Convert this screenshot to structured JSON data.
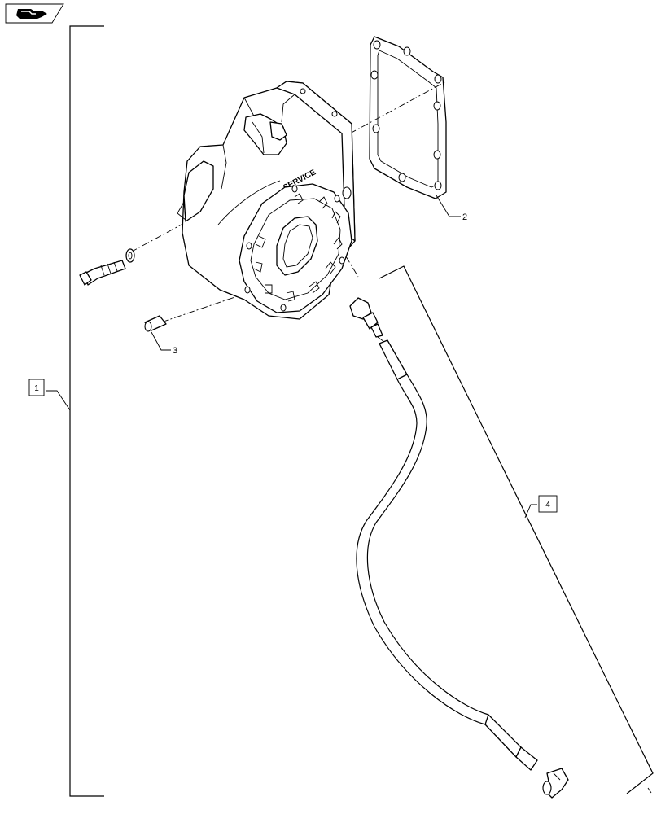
{
  "page": {
    "background": "#ffffff",
    "stroke_color": "#000000"
  },
  "nav": {
    "icon": "book-arrow-icon"
  },
  "callouts": {
    "c1": "1",
    "c2": "2",
    "c3": "3",
    "c4": "4"
  },
  "parts": {
    "housing_marking": "SERVICE"
  }
}
